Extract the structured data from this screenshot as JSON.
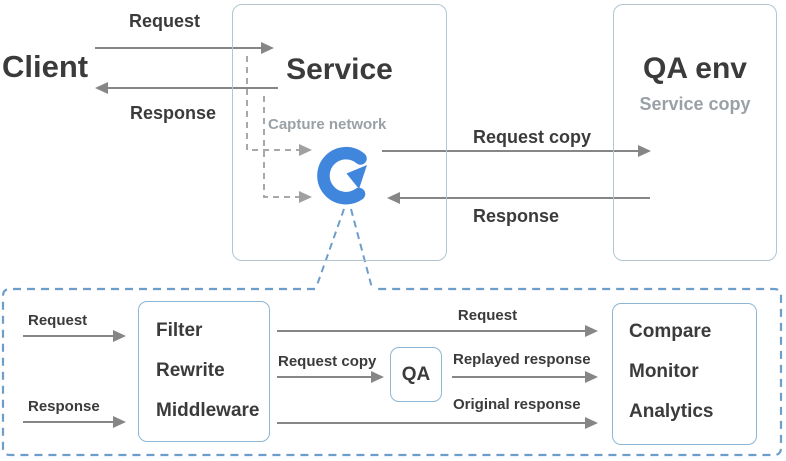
{
  "diagram": {
    "client": {
      "label": "Client"
    },
    "top_flow": {
      "request_label": "Request",
      "response_label": "Response",
      "request_copy_label": "Request copy",
      "qa_response_label": "Response"
    },
    "service_box": {
      "title": "Service",
      "capture_label": "Capture network"
    },
    "qa_env_box": {
      "title": "QA env",
      "subtitle": "Service copy"
    },
    "logo": {
      "name": "replay-logo",
      "color": "#4186dd"
    },
    "bottom_panel": {
      "request_in_label": "Request",
      "response_in_label": "Response",
      "pipeline_box": {
        "items": [
          "Filter",
          "Rewrite",
          "Middleware"
        ]
      },
      "request_arrow_label": "Request",
      "request_copy_label": "Request copy",
      "qa_label": "QA",
      "replayed_response_label": "Replayed response",
      "original_response_label": "Original response",
      "results_box": {
        "items": [
          "Compare",
          "Monitor",
          "Analytics"
        ]
      }
    },
    "colors": {
      "logo_blue": "#4186dd",
      "arrow_gray": "#868686",
      "dashed_gray": "#a8a8a8",
      "panel_dash_blue": "#6d9ecb",
      "outer_box_border": "#b2c6cf",
      "inner_box_border": "#8db6d4",
      "text_dark": "#3b3b3b",
      "text_muted": "#9aa1a6"
    }
  }
}
